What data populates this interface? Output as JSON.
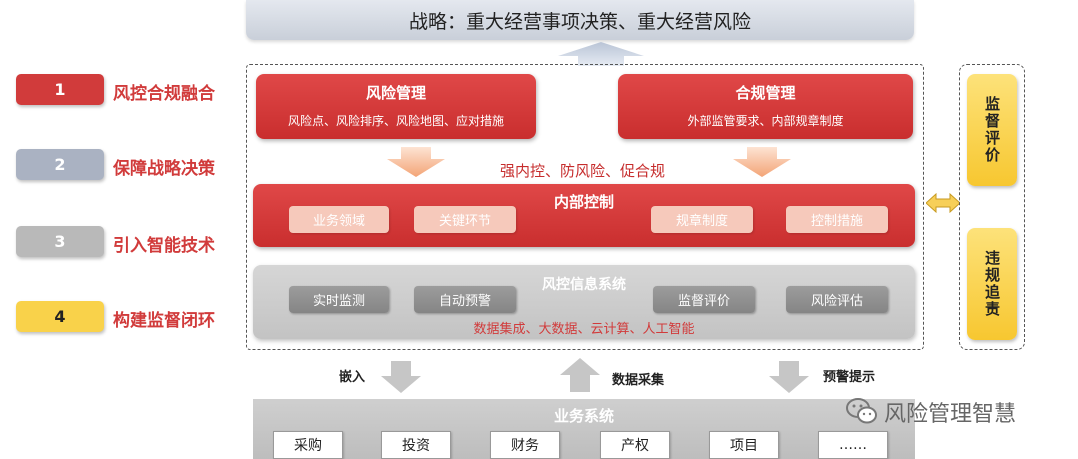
{
  "strategy": "战略：重大经营事项决策、重大经营风险",
  "pillars": [
    {
      "num": "1",
      "label": "风控合规融合",
      "color": "#d13b3b",
      "text_color": "#ffffff"
    },
    {
      "num": "2",
      "label": "保障战略决策",
      "color": "#aab2c2",
      "text_color": "#ffffff"
    },
    {
      "num": "3",
      "label": "引入智能技术",
      "color": "#b9b9b9",
      "text_color": "#ffffff"
    },
    {
      "num": "4",
      "label": "构建监督闭环",
      "color": "#f9d24a",
      "text_color": "#222222"
    }
  ],
  "risk_mgmt": {
    "title": "风险管理",
    "items": "风险点、风险排序、风险地图、应对措施"
  },
  "compliance_mgmt": {
    "title": "合规管理",
    "items": "外部监管要求、内部规章制度"
  },
  "goal_text": "强内控、防风险、促合规",
  "internal_control": {
    "title": "内部控制",
    "chips": [
      "业务领域",
      "关键环节",
      "规章制度",
      "控制措施"
    ]
  },
  "risk_info_system": {
    "title": "风控信息系统",
    "chips": [
      "实时监测",
      "自动预警",
      "监督评价",
      "风险评估"
    ],
    "tech": "数据集成、大数据、云计算、人工智能"
  },
  "supervision": {
    "evaluation": "监督评价",
    "accountability": "违规追责"
  },
  "flows": {
    "embed": "嵌入",
    "data_collect": "数据采集",
    "warning": "预警提示"
  },
  "business": {
    "title": "业务系统",
    "items": [
      "采购",
      "投资",
      "财务",
      "产权",
      "项目",
      "……"
    ]
  },
  "watermark": "风险管理智慧",
  "colors": {
    "red": "#d13b3b",
    "pink_chip": "#f6c9bb",
    "gray_chip": "#8f8f8f",
    "yellow": "#f9d24a",
    "arrow_orange": "#f5b08a"
  }
}
